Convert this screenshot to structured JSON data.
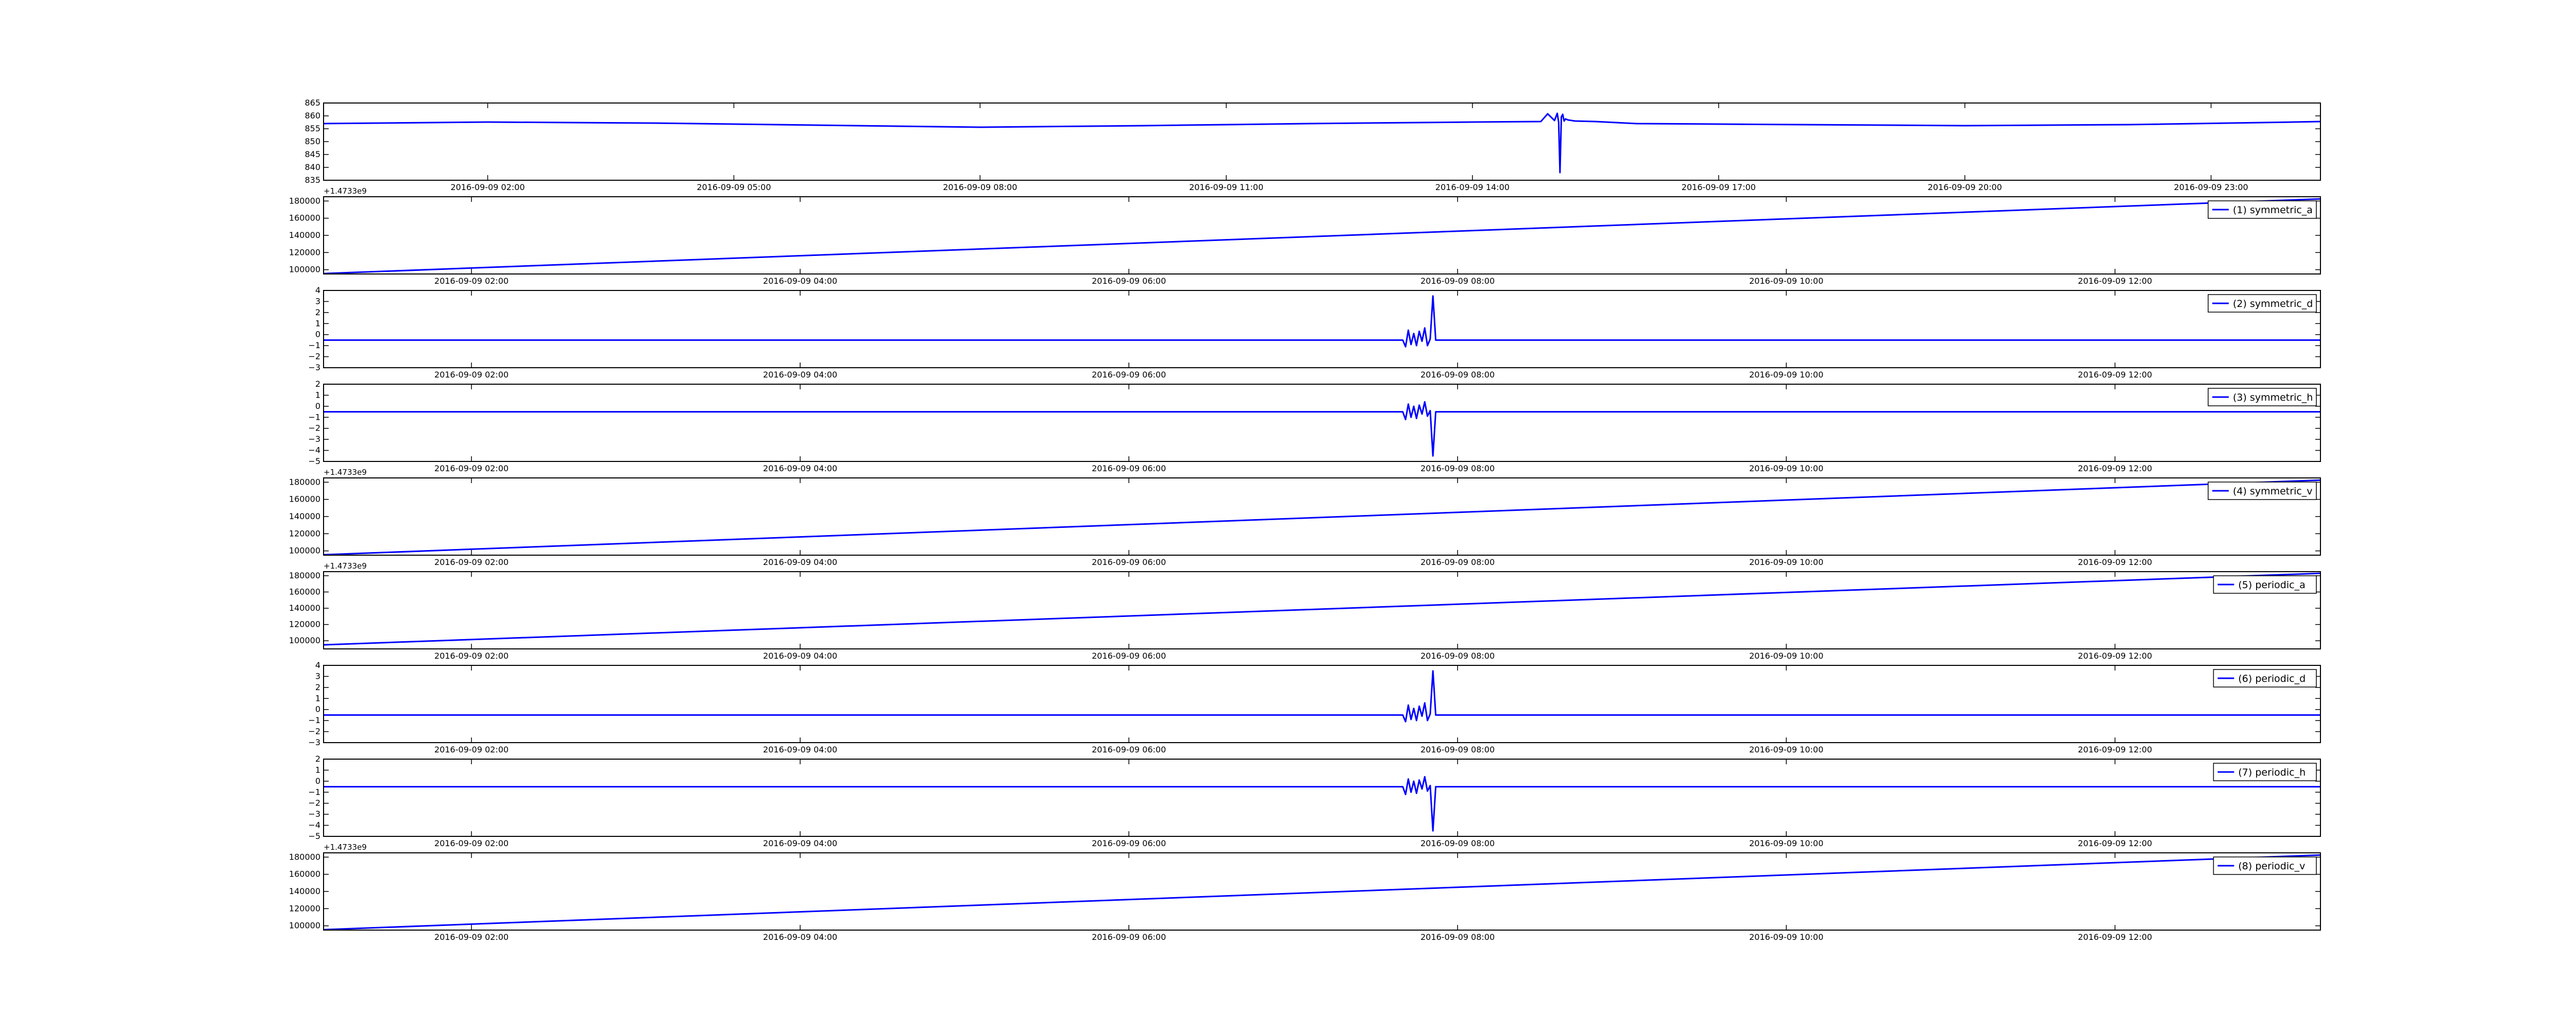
{
  "figure": {
    "background": "#ffffff",
    "line_color": "#0000ff",
    "frame_color": "#000000"
  },
  "chart_data": [
    {
      "id": "raw",
      "type": "line",
      "title": "",
      "xlabel": "",
      "ylabel": "",
      "legend": null,
      "offset_text": "",
      "ylim": [
        835,
        865
      ],
      "yticks": [
        {
          "value": 865,
          "label": "865"
        },
        {
          "value": 860,
          "label": "860"
        },
        {
          "value": 855,
          "label": "855"
        },
        {
          "value": 850,
          "label": "850"
        },
        {
          "value": 845,
          "label": "845"
        },
        {
          "value": 840,
          "label": "840"
        },
        {
          "value": 835,
          "label": "835"
        }
      ],
      "xlim": [
        "2016-09-09 00:00",
        "2016-09-10 00:20"
      ],
      "xticks": [
        {
          "value": "2016-09-09 02:00",
          "label": "2016-09-09 02:00"
        },
        {
          "value": "2016-09-09 05:00",
          "label": "2016-09-09 05:00"
        },
        {
          "value": "2016-09-09 08:00",
          "label": "2016-09-09 08:00"
        },
        {
          "value": "2016-09-09 11:00",
          "label": "2016-09-09 11:00"
        },
        {
          "value": "2016-09-09 14:00",
          "label": "2016-09-09 14:00"
        },
        {
          "value": "2016-09-09 17:00",
          "label": "2016-09-09 17:00"
        },
        {
          "value": "2016-09-09 20:00",
          "label": "2016-09-09 20:00"
        },
        {
          "value": "2016-09-09 23:00",
          "label": "2016-09-09 23:00"
        }
      ],
      "series": [
        {
          "x": [
            "2016-09-09 00:00",
            "2016-09-09 02:00",
            "2016-09-09 04:00",
            "2016-09-09 06:00",
            "2016-09-09 08:00",
            "2016-09-09 10:00",
            "2016-09-09 12:00",
            "2016-09-09 14:00",
            "2016-09-09 14:50",
            "2016-09-09 14:55",
            "2016-09-09 15:00",
            "2016-09-09 15:02",
            "2016-09-09 15:03",
            "2016-09-09 15:04",
            "2016-09-09 15:05",
            "2016-09-09 15:06",
            "2016-09-09 15:07",
            "2016-09-09 15:08",
            "2016-09-09 15:10",
            "2016-09-09 15:15",
            "2016-09-09 15:30",
            "2016-09-09 16:00",
            "2016-09-09 18:00",
            "2016-09-09 20:00",
            "2016-09-09 22:00",
            "2016-09-10 00:00",
            "2016-09-10 00:20"
          ],
          "y": [
            857.0,
            857.6,
            857.2,
            856.4,
            855.6,
            856.2,
            857.0,
            857.6,
            857.8,
            860.8,
            858.2,
            861.0,
            857.6,
            838.0,
            859.6,
            860.6,
            858.0,
            858.8,
            858.4,
            858.0,
            857.8,
            857.0,
            856.6,
            856.2,
            856.6,
            857.6,
            857.8
          ]
        }
      ]
    },
    {
      "id": "symmetric_a",
      "type": "line",
      "title": "",
      "xlabel": "",
      "ylabel": "",
      "legend": "(1) symmetric_a",
      "offset_text": "+1.4733e9",
      "ylim": [
        95000,
        185000
      ],
      "yticks": [
        {
          "value": 180000,
          "label": "180000"
        },
        {
          "value": 160000,
          "label": "160000"
        },
        {
          "value": 140000,
          "label": "140000"
        },
        {
          "value": 120000,
          "label": "120000"
        },
        {
          "value": 100000,
          "label": "100000"
        }
      ],
      "xlim": [
        "2016-09-09 01:06",
        "2016-09-09 13:15"
      ],
      "xticks": [
        {
          "value": "2016-09-09 02:00",
          "label": "2016-09-09 02:00"
        },
        {
          "value": "2016-09-09 04:00",
          "label": "2016-09-09 04:00"
        },
        {
          "value": "2016-09-09 06:00",
          "label": "2016-09-09 06:00"
        },
        {
          "value": "2016-09-09 08:00",
          "label": "2016-09-09 08:00"
        },
        {
          "value": "2016-09-09 10:00",
          "label": "2016-09-09 10:00"
        },
        {
          "value": "2016-09-09 12:00",
          "label": "2016-09-09 12:00"
        }
      ],
      "series": [
        {
          "name": "(1) symmetric_a",
          "x": [
            "2016-09-09 01:06",
            "2016-09-09 13:15"
          ],
          "y": [
            95500,
            182500
          ]
        }
      ]
    },
    {
      "id": "symmetric_d",
      "type": "line",
      "title": "",
      "xlabel": "",
      "ylabel": "",
      "legend": "(2) symmetric_d",
      "offset_text": "",
      "ylim": [
        -3,
        4
      ],
      "yticks": [
        {
          "value": 4,
          "label": "4"
        },
        {
          "value": 3,
          "label": "3"
        },
        {
          "value": 2,
          "label": "2"
        },
        {
          "value": 1,
          "label": "1"
        },
        {
          "value": 0,
          "label": "0"
        },
        {
          "value": -1,
          "label": "−1"
        },
        {
          "value": -2,
          "label": "−2"
        },
        {
          "value": -3,
          "label": "−3"
        }
      ],
      "xlim": [
        "2016-09-09 01:06",
        "2016-09-09 13:15"
      ],
      "xticks": [
        {
          "value": "2016-09-09 02:00",
          "label": "2016-09-09 02:00"
        },
        {
          "value": "2016-09-09 04:00",
          "label": "2016-09-09 04:00"
        },
        {
          "value": "2016-09-09 06:00",
          "label": "2016-09-09 06:00"
        },
        {
          "value": "2016-09-09 08:00",
          "label": "2016-09-09 08:00"
        },
        {
          "value": "2016-09-09 10:00",
          "label": "2016-09-09 10:00"
        },
        {
          "value": "2016-09-09 12:00",
          "label": "2016-09-09 12:00"
        }
      ],
      "series": [
        {
          "name": "(2) symmetric_d",
          "x": [
            "2016-09-09 01:06",
            "2016-09-09 07:40",
            "2016-09-09 07:41",
            "2016-09-09 07:42",
            "2016-09-09 07:43",
            "2016-09-09 07:44",
            "2016-09-09 07:45",
            "2016-09-09 07:46",
            "2016-09-09 07:47",
            "2016-09-09 07:48",
            "2016-09-09 07:49",
            "2016-09-09 07:50",
            "2016-09-09 07:51",
            "2016-09-09 07:52",
            "2016-09-09 13:15"
          ],
          "y": [
            -0.5,
            -0.5,
            -1.1,
            0.4,
            -0.9,
            0.1,
            -1.0,
            0.3,
            -0.6,
            0.6,
            -1.0,
            -0.4,
            3.5,
            -0.5,
            -0.5
          ]
        }
      ]
    },
    {
      "id": "symmetric_h",
      "type": "line",
      "title": "",
      "xlabel": "",
      "ylabel": "",
      "legend": "(3) symmetric_h",
      "offset_text": "",
      "ylim": [
        -5,
        2
      ],
      "yticks": [
        {
          "value": 2,
          "label": "2"
        },
        {
          "value": 1,
          "label": "1"
        },
        {
          "value": 0,
          "label": "0"
        },
        {
          "value": -1,
          "label": "−1"
        },
        {
          "value": -2,
          "label": "−2"
        },
        {
          "value": -3,
          "label": "−3"
        },
        {
          "value": -4,
          "label": "−4"
        },
        {
          "value": -5,
          "label": "−5"
        }
      ],
      "xlim": [
        "2016-09-09 01:06",
        "2016-09-09 13:15"
      ],
      "xticks": [
        {
          "value": "2016-09-09 02:00",
          "label": "2016-09-09 02:00"
        },
        {
          "value": "2016-09-09 04:00",
          "label": "2016-09-09 04:00"
        },
        {
          "value": "2016-09-09 06:00",
          "label": "2016-09-09 06:00"
        },
        {
          "value": "2016-09-09 08:00",
          "label": "2016-09-09 08:00"
        },
        {
          "value": "2016-09-09 10:00",
          "label": "2016-09-09 10:00"
        },
        {
          "value": "2016-09-09 12:00",
          "label": "2016-09-09 12:00"
        }
      ],
      "series": [
        {
          "name": "(3) symmetric_h",
          "x": [
            "2016-09-09 01:06",
            "2016-09-09 07:40",
            "2016-09-09 07:41",
            "2016-09-09 07:42",
            "2016-09-09 07:43",
            "2016-09-09 07:44",
            "2016-09-09 07:45",
            "2016-09-09 07:46",
            "2016-09-09 07:47",
            "2016-09-09 07:48",
            "2016-09-09 07:49",
            "2016-09-09 07:50",
            "2016-09-09 07:51",
            "2016-09-09 07:52",
            "2016-09-09 13:15"
          ],
          "y": [
            -0.5,
            -0.5,
            -1.2,
            0.2,
            -1.0,
            0.0,
            -1.1,
            0.1,
            -0.7,
            0.4,
            -0.9,
            -0.4,
            -4.5,
            -0.5,
            -0.5
          ]
        }
      ]
    },
    {
      "id": "symmetric_v",
      "type": "line",
      "title": "",
      "xlabel": "",
      "ylabel": "",
      "legend": "(4) symmetric_v",
      "offset_text": "+1.4733e9",
      "ylim": [
        95000,
        185000
      ],
      "yticks": [
        {
          "value": 180000,
          "label": "180000"
        },
        {
          "value": 160000,
          "label": "160000"
        },
        {
          "value": 140000,
          "label": "140000"
        },
        {
          "value": 120000,
          "label": "120000"
        },
        {
          "value": 100000,
          "label": "100000"
        }
      ],
      "xlim": [
        "2016-09-09 01:06",
        "2016-09-09 13:15"
      ],
      "xticks": [
        {
          "value": "2016-09-09 02:00",
          "label": "2016-09-09 02:00"
        },
        {
          "value": "2016-09-09 04:00",
          "label": "2016-09-09 04:00"
        },
        {
          "value": "2016-09-09 06:00",
          "label": "2016-09-09 06:00"
        },
        {
          "value": "2016-09-09 08:00",
          "label": "2016-09-09 08:00"
        },
        {
          "value": "2016-09-09 10:00",
          "label": "2016-09-09 10:00"
        },
        {
          "value": "2016-09-09 12:00",
          "label": "2016-09-09 12:00"
        }
      ],
      "series": [
        {
          "name": "(4) symmetric_v",
          "x": [
            "2016-09-09 01:06",
            "2016-09-09 13:15"
          ],
          "y": [
            95500,
            182500
          ]
        }
      ]
    },
    {
      "id": "periodic_a",
      "type": "line",
      "title": "",
      "xlabel": "",
      "ylabel": "",
      "legend": "(5) periodic_a",
      "offset_text": "+1.4733e9",
      "ylim": [
        90000,
        185000
      ],
      "yticks": [
        {
          "value": 180000,
          "label": "180000"
        },
        {
          "value": 160000,
          "label": "160000"
        },
        {
          "value": 140000,
          "label": "140000"
        },
        {
          "value": 120000,
          "label": "120000"
        },
        {
          "value": 100000,
          "label": "100000"
        }
      ],
      "xlim": [
        "2016-09-09 01:06",
        "2016-09-09 13:15"
      ],
      "xticks": [
        {
          "value": "2016-09-09 02:00",
          "label": "2016-09-09 02:00"
        },
        {
          "value": "2016-09-09 04:00",
          "label": "2016-09-09 04:00"
        },
        {
          "value": "2016-09-09 06:00",
          "label": "2016-09-09 06:00"
        },
        {
          "value": "2016-09-09 08:00",
          "label": "2016-09-09 08:00"
        },
        {
          "value": "2016-09-09 10:00",
          "label": "2016-09-09 10:00"
        },
        {
          "value": "2016-09-09 12:00",
          "label": "2016-09-09 12:00"
        }
      ],
      "series": [
        {
          "name": "(5) periodic_a",
          "x": [
            "2016-09-09 01:06",
            "2016-09-09 13:15"
          ],
          "y": [
            95000,
            183000
          ]
        }
      ]
    },
    {
      "id": "periodic_d",
      "type": "line",
      "title": "",
      "xlabel": "",
      "ylabel": "",
      "legend": "(6) periodic_d",
      "offset_text": "",
      "ylim": [
        -3,
        4
      ],
      "yticks": [
        {
          "value": 4,
          "label": "4"
        },
        {
          "value": 3,
          "label": "3"
        },
        {
          "value": 2,
          "label": "2"
        },
        {
          "value": 1,
          "label": "1"
        },
        {
          "value": 0,
          "label": "0"
        },
        {
          "value": -1,
          "label": "−1"
        },
        {
          "value": -2,
          "label": "−2"
        },
        {
          "value": -3,
          "label": "−3"
        }
      ],
      "xlim": [
        "2016-09-09 01:06",
        "2016-09-09 13:15"
      ],
      "xticks": [
        {
          "value": "2016-09-09 02:00",
          "label": "2016-09-09 02:00"
        },
        {
          "value": "2016-09-09 04:00",
          "label": "2016-09-09 04:00"
        },
        {
          "value": "2016-09-09 06:00",
          "label": "2016-09-09 06:00"
        },
        {
          "value": "2016-09-09 08:00",
          "label": "2016-09-09 08:00"
        },
        {
          "value": "2016-09-09 10:00",
          "label": "2016-09-09 10:00"
        },
        {
          "value": "2016-09-09 12:00",
          "label": "2016-09-09 12:00"
        }
      ],
      "series": [
        {
          "name": "(6) periodic_d",
          "x": [
            "2016-09-09 01:06",
            "2016-09-09 07:40",
            "2016-09-09 07:41",
            "2016-09-09 07:42",
            "2016-09-09 07:43",
            "2016-09-09 07:44",
            "2016-09-09 07:45",
            "2016-09-09 07:46",
            "2016-09-09 07:47",
            "2016-09-09 07:48",
            "2016-09-09 07:49",
            "2016-09-09 07:50",
            "2016-09-09 07:51",
            "2016-09-09 07:52",
            "2016-09-09 13:15"
          ],
          "y": [
            -0.5,
            -0.5,
            -1.1,
            0.4,
            -0.9,
            0.1,
            -1.0,
            0.3,
            -0.6,
            0.6,
            -1.0,
            -0.4,
            3.5,
            -0.5,
            -0.5
          ]
        }
      ]
    },
    {
      "id": "periodic_h",
      "type": "line",
      "title": "",
      "xlabel": "",
      "ylabel": "",
      "legend": "(7) periodic_h",
      "offset_text": "",
      "ylim": [
        -5,
        2
      ],
      "yticks": [
        {
          "value": 2,
          "label": "2"
        },
        {
          "value": 1,
          "label": "1"
        },
        {
          "value": 0,
          "label": "0"
        },
        {
          "value": -1,
          "label": "−1"
        },
        {
          "value": -2,
          "label": "−2"
        },
        {
          "value": -3,
          "label": "−3"
        },
        {
          "value": -4,
          "label": "−4"
        },
        {
          "value": -5,
          "label": "−5"
        }
      ],
      "xlim": [
        "2016-09-09 01:06",
        "2016-09-09 13:15"
      ],
      "xticks": [
        {
          "value": "2016-09-09 02:00",
          "label": "2016-09-09 02:00"
        },
        {
          "value": "2016-09-09 04:00",
          "label": "2016-09-09 04:00"
        },
        {
          "value": "2016-09-09 06:00",
          "label": "2016-09-09 06:00"
        },
        {
          "value": "2016-09-09 08:00",
          "label": "2016-09-09 08:00"
        },
        {
          "value": "2016-09-09 10:00",
          "label": "2016-09-09 10:00"
        },
        {
          "value": "2016-09-09 12:00",
          "label": "2016-09-09 12:00"
        }
      ],
      "series": [
        {
          "name": "(7) periodic_h",
          "x": [
            "2016-09-09 01:06",
            "2016-09-09 07:40",
            "2016-09-09 07:41",
            "2016-09-09 07:42",
            "2016-09-09 07:43",
            "2016-09-09 07:44",
            "2016-09-09 07:45",
            "2016-09-09 07:46",
            "2016-09-09 07:47",
            "2016-09-09 07:48",
            "2016-09-09 07:49",
            "2016-09-09 07:50",
            "2016-09-09 07:51",
            "2016-09-09 07:52",
            "2016-09-09 13:15"
          ],
          "y": [
            -0.5,
            -0.5,
            -1.2,
            0.2,
            -1.0,
            0.0,
            -1.1,
            0.1,
            -0.7,
            0.4,
            -0.9,
            -0.4,
            -4.5,
            -0.5,
            -0.5
          ]
        }
      ]
    },
    {
      "id": "periodic_v",
      "type": "line",
      "title": "",
      "xlabel": "",
      "ylabel": "",
      "legend": "(8) periodic_v",
      "offset_text": "+1.4733e9",
      "ylim": [
        95000,
        185000
      ],
      "yticks": [
        {
          "value": 180000,
          "label": "180000"
        },
        {
          "value": 160000,
          "label": "160000"
        },
        {
          "value": 140000,
          "label": "140000"
        },
        {
          "value": 120000,
          "label": "120000"
        },
        {
          "value": 100000,
          "label": "100000"
        }
      ],
      "xlim": [
        "2016-09-09 01:06",
        "2016-09-09 13:15"
      ],
      "xticks": [
        {
          "value": "2016-09-09 02:00",
          "label": "2016-09-09 02:00"
        },
        {
          "value": "2016-09-09 04:00",
          "label": "2016-09-09 04:00"
        },
        {
          "value": "2016-09-09 06:00",
          "label": "2016-09-09 06:00"
        },
        {
          "value": "2016-09-09 08:00",
          "label": "2016-09-09 08:00"
        },
        {
          "value": "2016-09-09 10:00",
          "label": "2016-09-09 10:00"
        },
        {
          "value": "2016-09-09 12:00",
          "label": "2016-09-09 12:00"
        }
      ],
      "series": [
        {
          "name": "(8) periodic_v",
          "x": [
            "2016-09-09 01:06",
            "2016-09-09 13:15"
          ],
          "y": [
            95500,
            182500
          ]
        }
      ]
    }
  ]
}
